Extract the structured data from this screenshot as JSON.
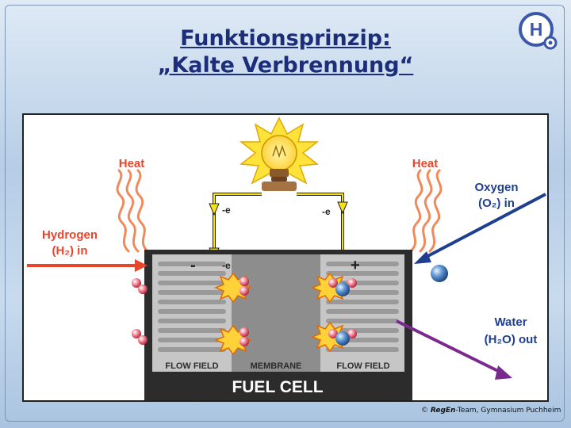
{
  "slide": {
    "title_line1": "Funktionsprinzip:",
    "title_line2": "„Kalte Verbrennung“",
    "credit_symbol": "©",
    "credit_brand": "RegEn",
    "credit_rest": "-Team, Gymnasium Puchheim",
    "logo_letter": "H"
  },
  "diagram": {
    "heat_left": "Heat",
    "heat_right": "Heat",
    "hydrogen_line1": "Hydrogen",
    "hydrogen_line2": "(H₂) in",
    "oxygen_line1": "Oxygen",
    "oxygen_line2": "(O₂) in",
    "water_line1": "Water",
    "water_line2": "(H₂O) out",
    "electron_left": "-e",
    "electron_right": "-e",
    "electron_anode": "-e",
    "minus_sign": "-",
    "plus_sign": "+",
    "flow_field_left": "FLOW FIELD",
    "membrane": "MEMBRANE",
    "flow_field_right": "FLOW FIELD",
    "fuel_cell": "FUEL CELL"
  },
  "colors": {
    "label_red": "#e8452b",
    "label_blue": "#1e3f8f",
    "water_purple": "#7a2a8f",
    "wire_yellow": "#f5e21a",
    "cell_dark": "#2c2c2c",
    "membrane_gray": "#8d8d8d",
    "flow_gray": "#c6c6c6"
  }
}
